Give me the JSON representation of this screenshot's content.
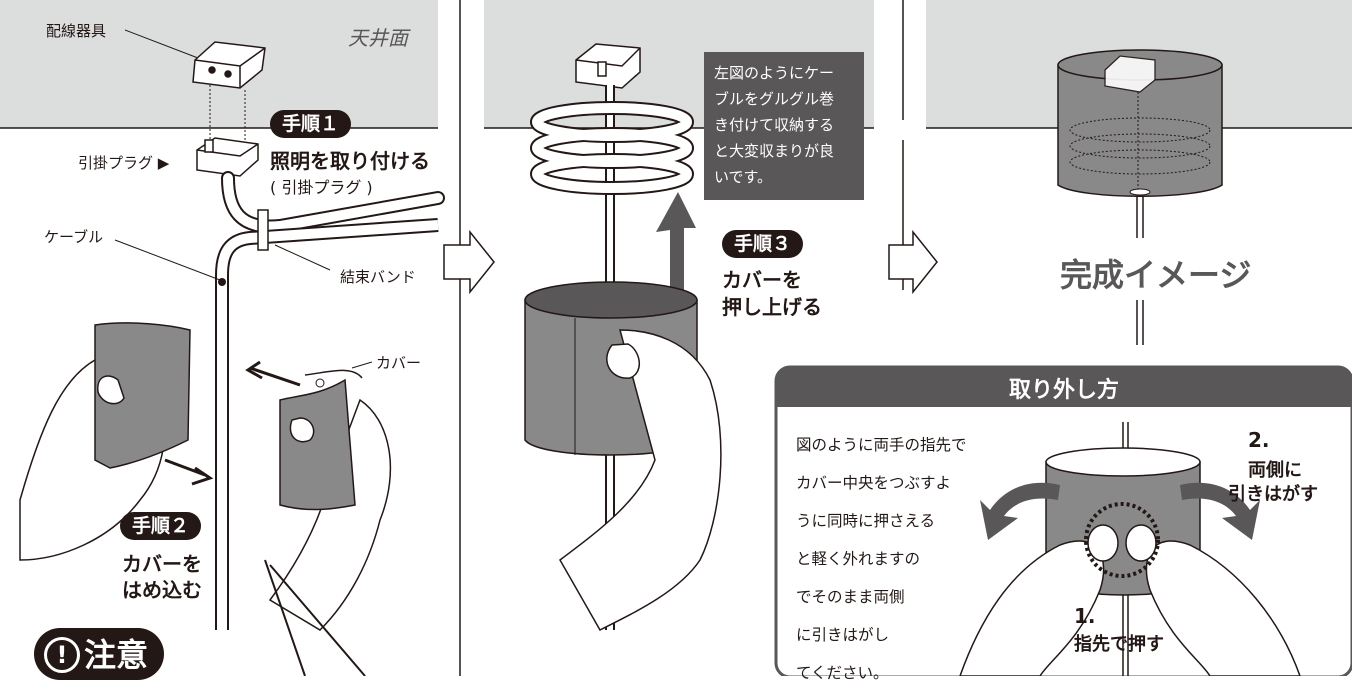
{
  "panel1": {
    "ceiling_label": "天井面",
    "fixture_label": "配線器具",
    "plug_label": "引掛プラグ ▶",
    "cable_label": "ケーブル",
    "band_label": "結束バンド",
    "cover_label": "カバー",
    "step1": {
      "badge": "手順１",
      "title": "照明を取り付ける",
      "sub": "( 引掛プラグ )"
    },
    "step2": {
      "badge": "手順２",
      "line1": "カバーを",
      "line2": "はめ込む"
    },
    "caution": {
      "icon": "exclamation-circle-icon",
      "label": "注意"
    }
  },
  "panel2": {
    "note": [
      "左図のようにケー",
      "ブルをグルグル巻",
      "き付けて収納する",
      "と大変収まりが良",
      "いです。"
    ],
    "step3": {
      "badge": "手順３",
      "line1": "カバーを",
      "line2": "押し上げる"
    }
  },
  "panel3": {
    "title": "完成イメージ"
  },
  "removal": {
    "header": "取り外し方",
    "text": [
      "図のように両手の指先で",
      "カバー中央をつぶすよ",
      "うに同時に押さえる",
      "と軽く外れますの",
      "でそのまま両側",
      "に引きはがし",
      "てください。"
    ],
    "step1_num": "1.",
    "step1_label": "指先で押す",
    "step2_num": "2.",
    "step2_line1": "両側に",
    "step2_line2": "引きはがす"
  },
  "colors": {
    "ceiling": "#dcdddd",
    "cover": "#898989",
    "dark": "#231815",
    "box": "#595757"
  }
}
